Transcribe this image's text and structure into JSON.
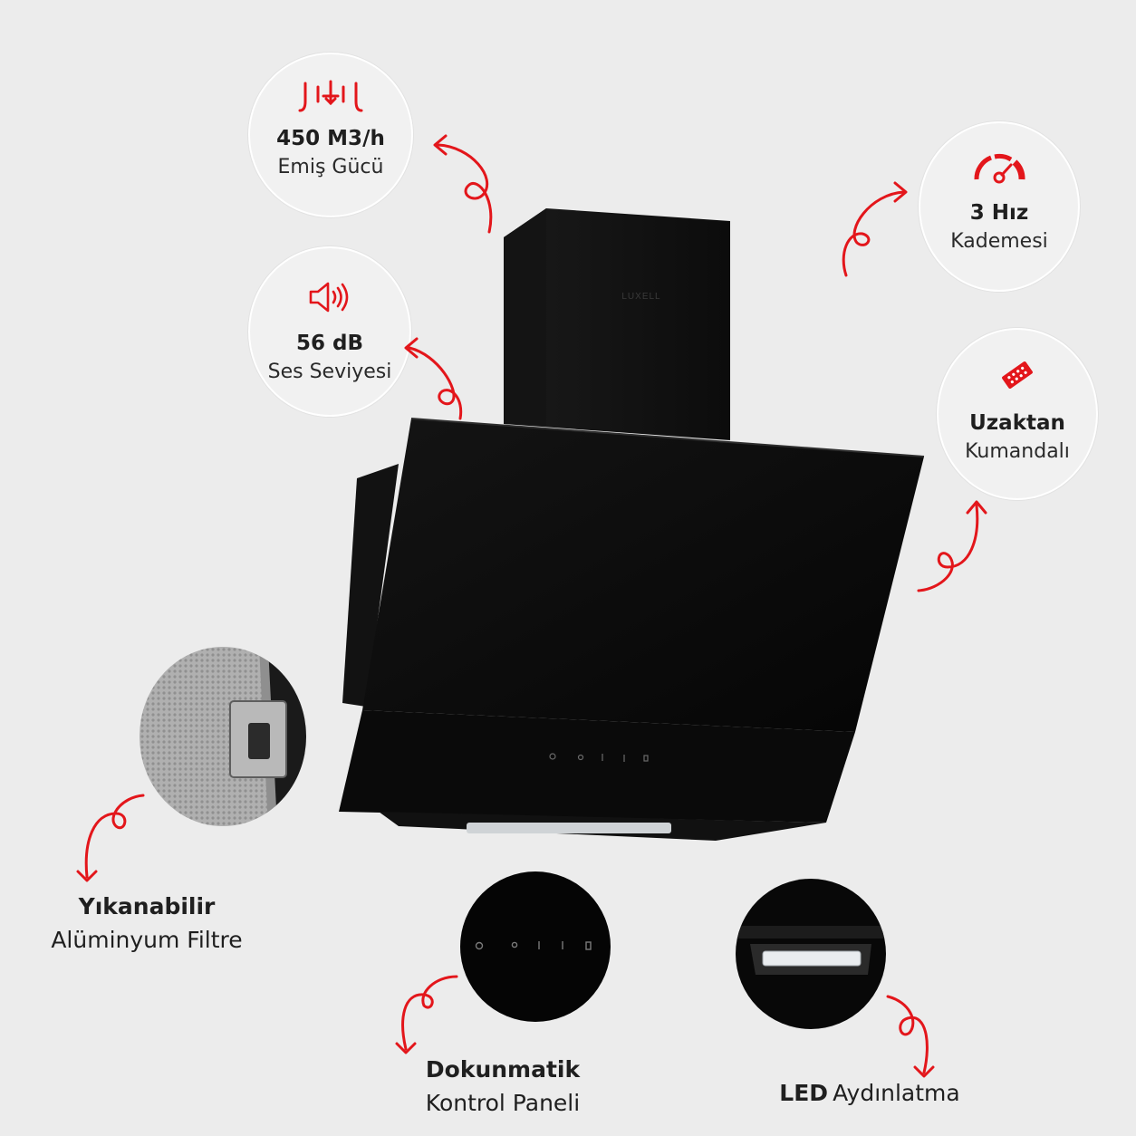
{
  "colors": {
    "accent": "#e3161b",
    "background": "#ececec",
    "hood": "#0b0b0b"
  },
  "product": {
    "brand": "LUXELL"
  },
  "features": {
    "suction": {
      "icon": "airflow-icon",
      "value": "450 M3/h",
      "label": "Emiş Gücü"
    },
    "speed": {
      "icon": "speedometer-icon",
      "value": "3 Hız",
      "label": "Kademesi"
    },
    "noise": {
      "icon": "speaker-icon",
      "value": "56 dB",
      "label": "Ses Seviyesi"
    },
    "remote": {
      "icon": "remote-control-icon",
      "value": "Uzaktan",
      "label": "Kumandalı"
    },
    "filter": {
      "value": "Yıkanabilir",
      "label": "Alüminyum Filtre"
    },
    "touch": {
      "value": "Dokunmatik",
      "label": "Kontrol Paneli"
    },
    "led": {
      "value": "LED",
      "label": "Aydınlatma"
    }
  }
}
